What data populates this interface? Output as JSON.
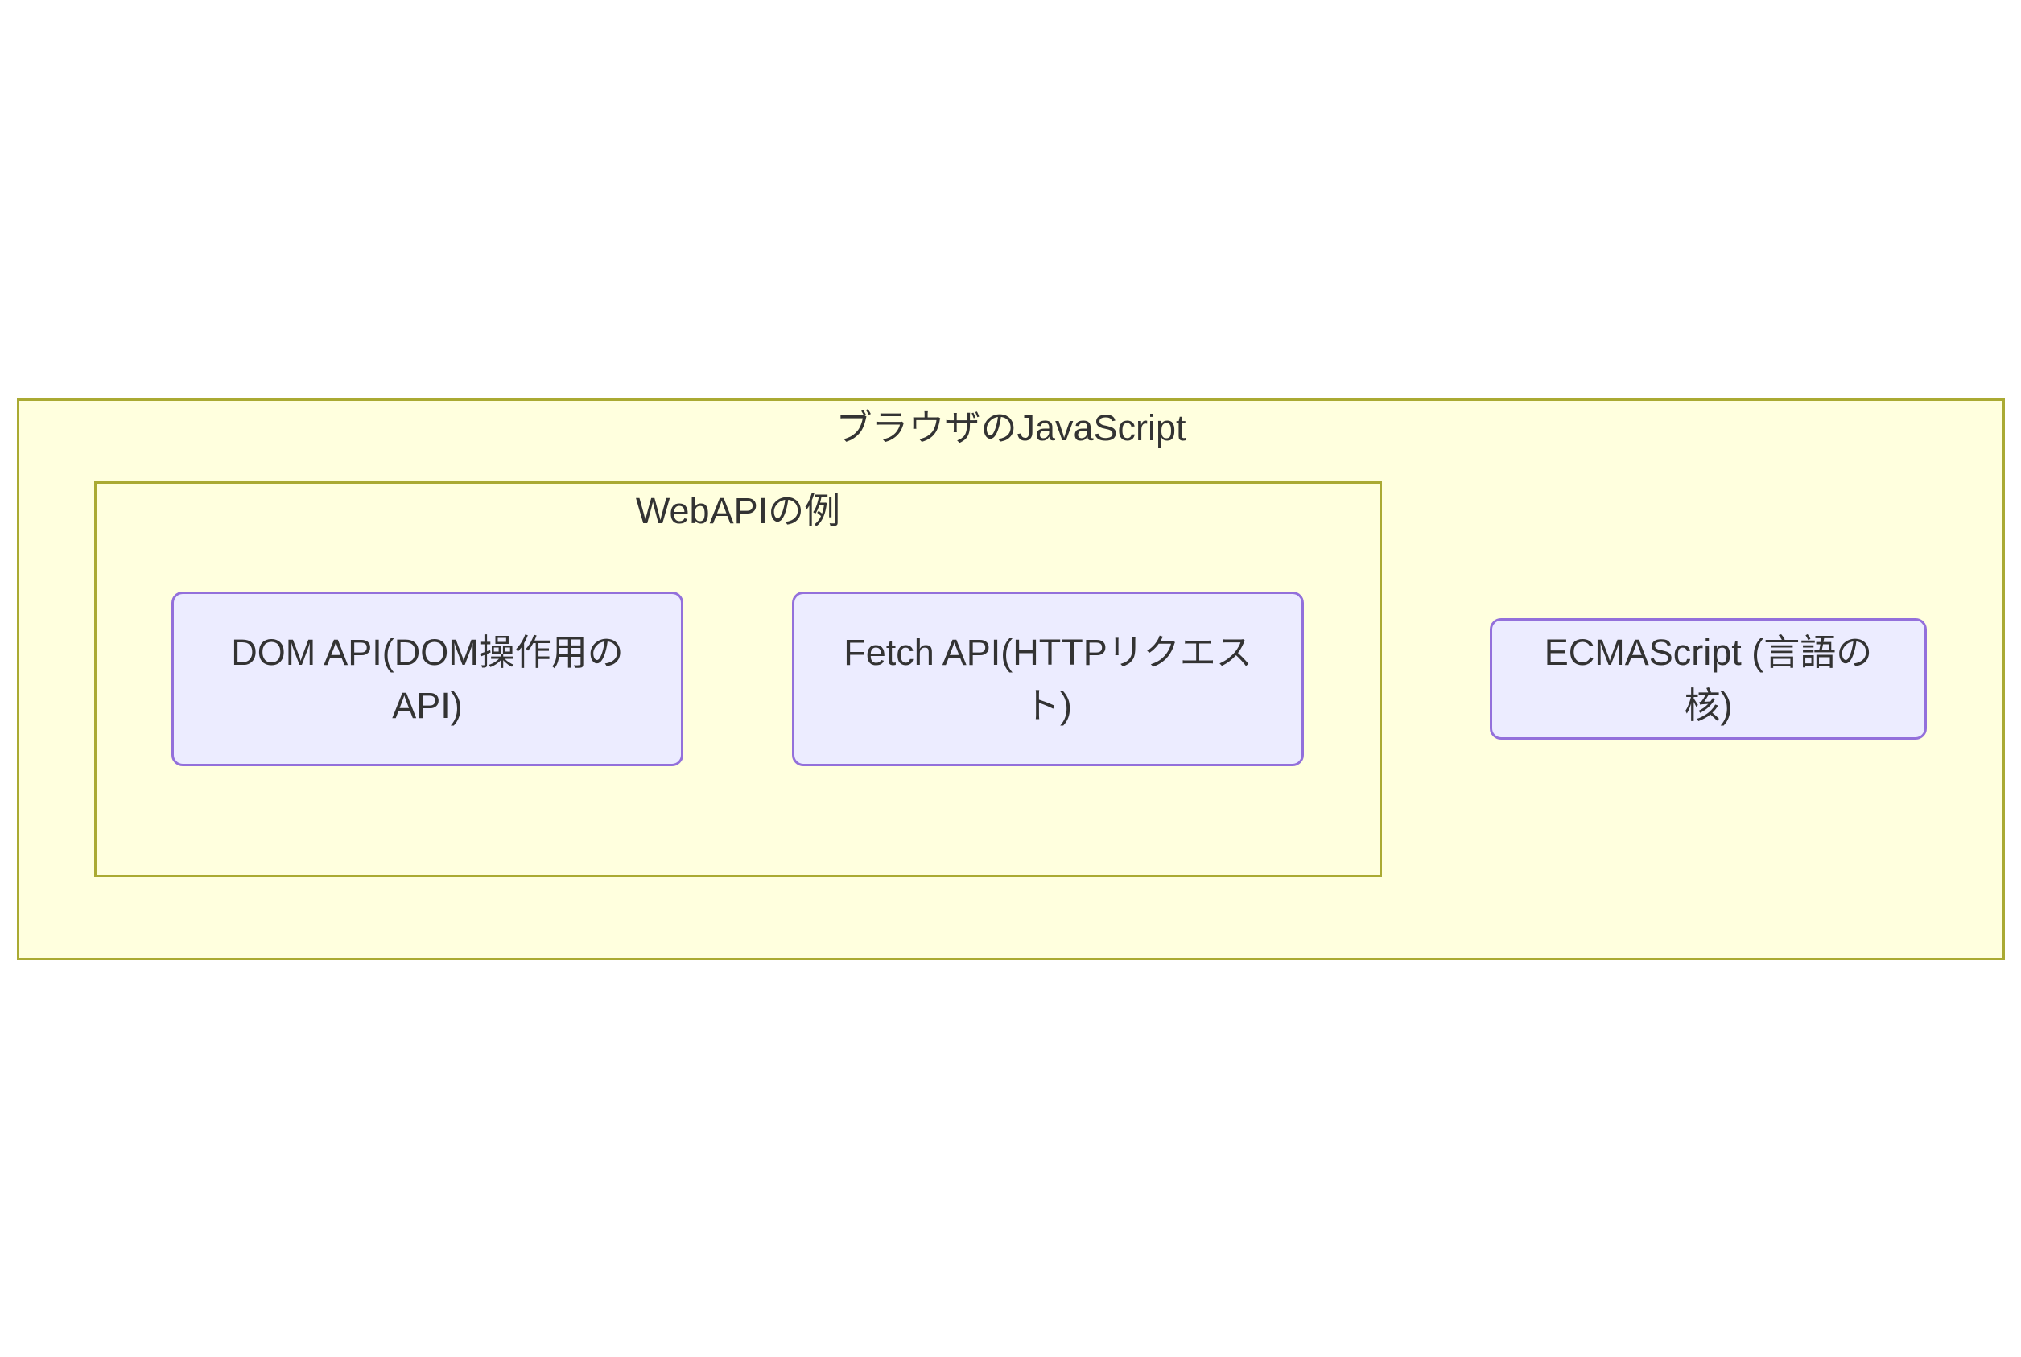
{
  "diagram": {
    "outer_cluster": {
      "title": "ブラウザのJavaScript"
    },
    "inner_cluster": {
      "title": "WebAPIの例"
    },
    "nodes": {
      "dom_api": {
        "line1": "DOM API(DOM操作用の",
        "line2": "API)"
      },
      "fetch_api": {
        "line1": "Fetch API(HTTPリクエス",
        "line2": "ト)"
      },
      "ecmascript": {
        "label": "ECMAScript (言語の核)"
      }
    },
    "colors": {
      "cluster_fill": "#ffffde",
      "cluster_stroke": "#aaaa33",
      "node_fill": "#ececff",
      "node_stroke": "#9370db",
      "text": "#333333"
    }
  }
}
